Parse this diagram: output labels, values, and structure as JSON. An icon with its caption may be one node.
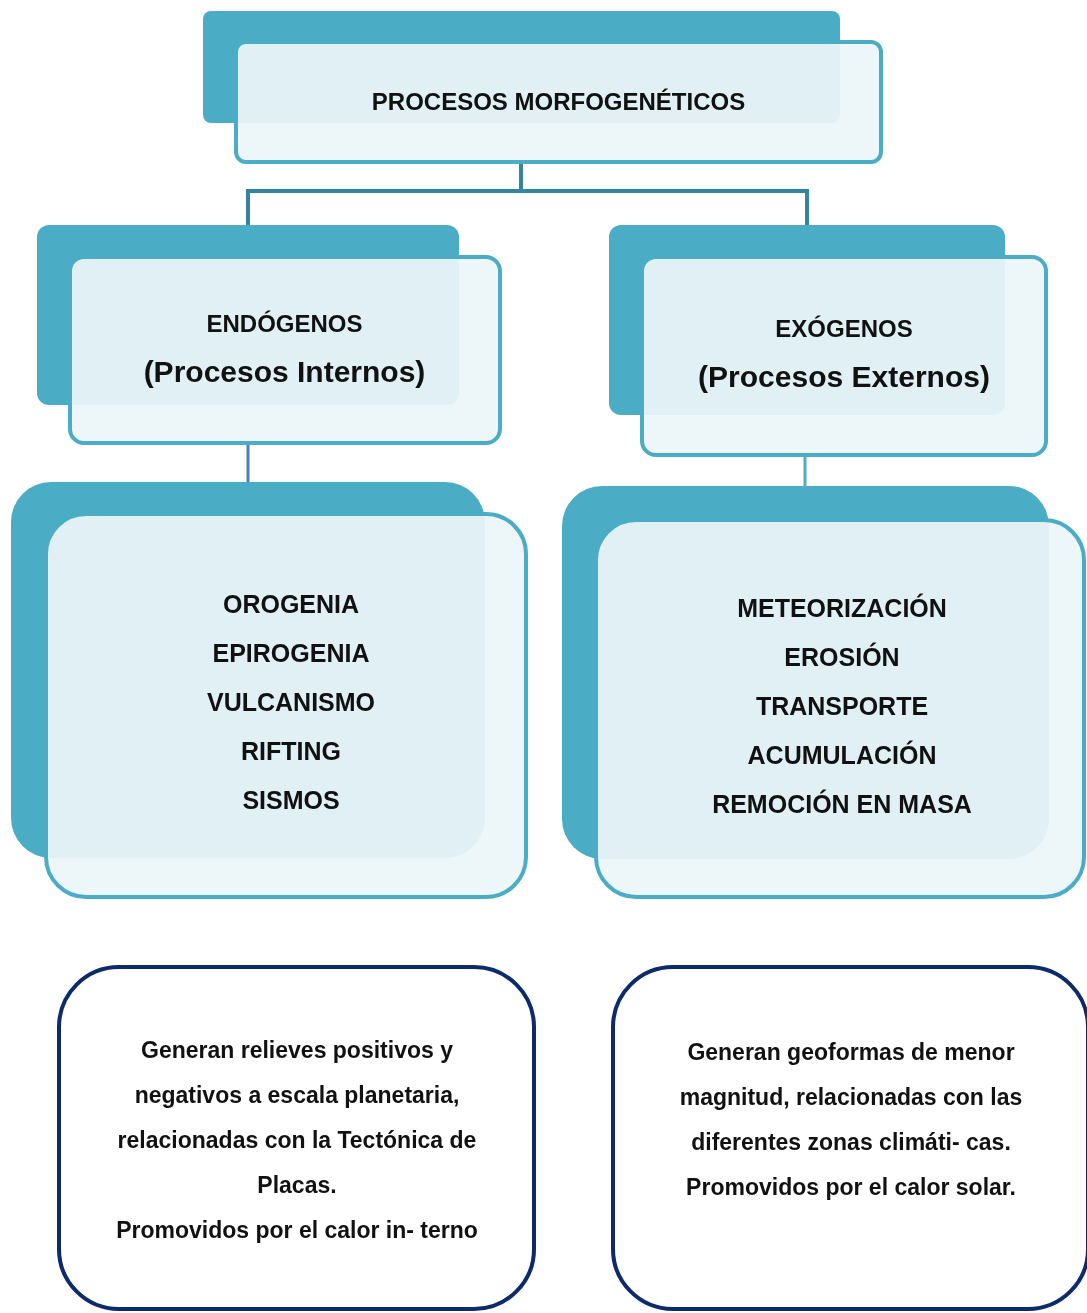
{
  "diagram": {
    "nodes": [
      {
        "text": [
          "PROCESOS MORFOGENÉTICOS"
        ]
      },
      {
        "text": [
          "ENDÓGENOS",
          "(Procesos Internos)"
        ]
      },
      {
        "text": [
          "EXÓGENOS",
          "(Procesos Externos)"
        ]
      },
      {
        "text": [
          "OROGENIA",
          "EPIROGENIA",
          "VULCANISMO",
          "RIFTING",
          "SISMOS"
        ]
      },
      {
        "text": [
          "METEORIZACIÓN",
          "EROSIÓN",
          "TRANSPORTE",
          "ACUMULACIÓN",
          "REMOCIÓN EN MASA"
        ]
      },
      {
        "text": [
          "Generan relieves positivos y negativos a escala planetaria, relacionadas con la Tectónica de Placas.",
          "Promovidos por el calor in- terno"
        ]
      },
      {
        "text": [
          "Generan geoformas de menor magnitud, relacionadas con las diferentes zonas climáti- cas.",
          "Promovidos por el calor solar."
        ]
      }
    ],
    "edges": [
      {
        "from": 0,
        "to": 1,
        "arrow": "none"
      },
      {
        "from": 0,
        "to": 2,
        "arrow": "none"
      },
      {
        "from": 1,
        "to": 3,
        "arrow": "none",
        "color": "#4a7ebb"
      },
      {
        "from": 2,
        "to": 4,
        "arrow": "none",
        "color": "#4bacc6"
      }
    ]
  }
}
